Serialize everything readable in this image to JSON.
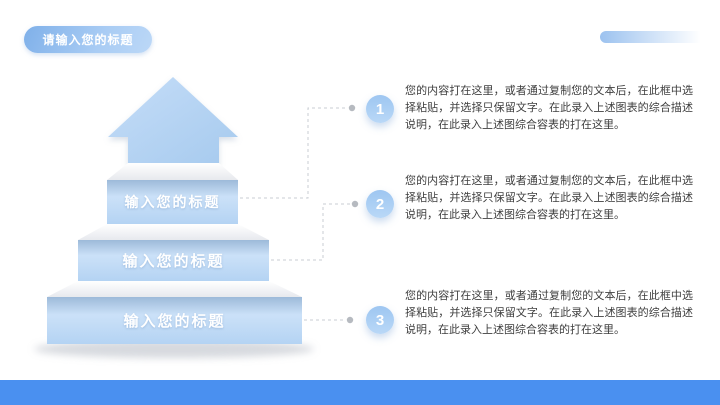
{
  "slide": {
    "title_badge": "请输入您的标题",
    "accent_color": "#4a90f0",
    "step_blue_light": "#cbe1f8",
    "step_blue_dark": "#9dbad9"
  },
  "diagram": {
    "type": "staircase-with-up-arrow",
    "steps": [
      {
        "label": "输入您的标题"
      },
      {
        "label": "输入您的标题"
      },
      {
        "label": "输入您的标题"
      }
    ]
  },
  "items": [
    {
      "number": "1",
      "text": "您的内容打在这里，或者通过复制您的文本后，在此框中选择粘贴，并选择只保留文字。在此录入上述图表的综合描述说明，在此录入上述图综合容表的打在这里。"
    },
    {
      "number": "2",
      "text": "您的内容打在这里，或者通过复制您的文本后，在此框中选择粘贴，并选择只保留文字。在此录入上述图表的综合描述说明，在此录入上述图综合容表的打在这里。"
    },
    {
      "number": "3",
      "text": "您的内容打在这里，或者通过复制您的文本后，在此框中选择粘贴，并选择只保留文字。在此录入上述图表的综合描述说明，在此录入上述图综合容表的打在这里。"
    }
  ]
}
